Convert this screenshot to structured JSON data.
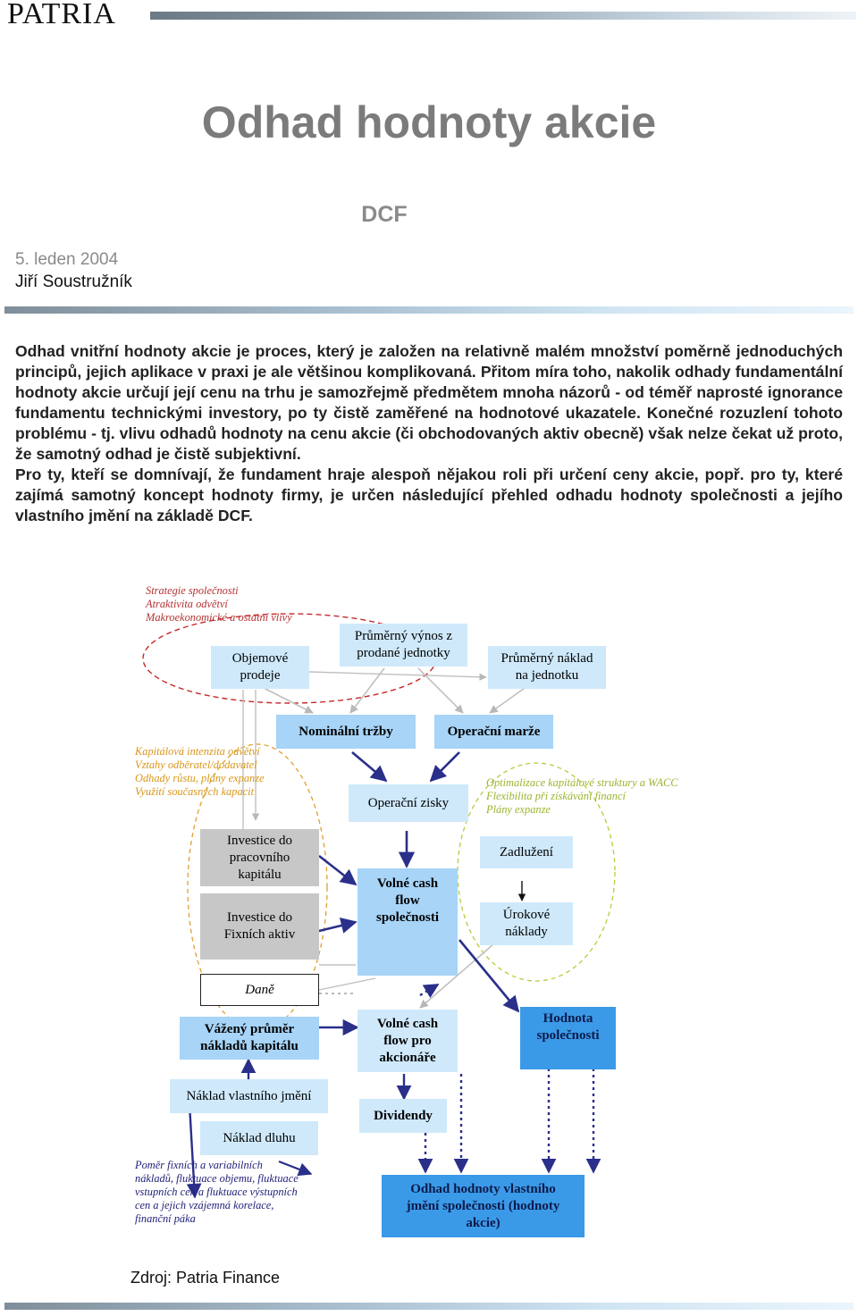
{
  "header": {
    "logo": "PATRIA"
  },
  "title": "Odhad hodnoty akcie",
  "subtitle": "DCF",
  "date": "5. leden 2004",
  "author": "Jiří Soustružník",
  "intro": {
    "p1": "Odhad vnitřní hodnoty akcie je proces, který je založen na relativně malém množství poměrně jednoduchých principů, jejich aplikace v praxi je ale většinou komplikovaná. Přitom míra toho, nakolik odhady fundamentální hodnoty akcie určují její cenu na trhu je samozřejmě předmětem mnoha názorů - od téměř naprosté ignorance fundamentu technickými investory, po ty čistě zaměřené na hodnotové ukazatele. Konečné rozuzlení tohoto problému - tj. vlivu odhadů hodnoty na cenu akcie (či obchodovaných aktiv obecně) však nelze čekat už proto, že samotný odhad je čistě subjektivní.",
    "p2": "Pro ty, kteří se domnívají, že fundament hraje alespoň nějakou roli při určení ceny akcie, popř. pro ty, které zajímá samotný koncept hodnoty firmy, je určen následující přehled odhadu hodnoty společnosti a jejího vlastního jmění na základě DCF."
  },
  "diagram": {
    "notes": {
      "market": [
        "Strategie společnosti",
        "Atraktivita odvětví",
        "Makroekonomické a ostatní vlivy"
      ],
      "capital": [
        "Kapitálová intenzita odvětví",
        "Vztahy odběratel/dodavatel",
        "Odhady růstu, plány expanze",
        "Využití současných kapacit"
      ],
      "financing": [
        "Optimalizace kapitálové struktury a WACC",
        "Flexibilita při získávání financí",
        "Plány expanze"
      ],
      "risk": [
        "Poměr fixních a variabilních",
        "nákladů, fluktuace objemu, fluktuace",
        "vstupních cen a fluktuace výstupních",
        "cen a jejich vzájemná korelace,",
        "finanční páka"
      ]
    },
    "boxes": {
      "volume": [
        "Objemové",
        "prodeje"
      ],
      "avg_revenue": [
        "Průměrný výnos z",
        "prodané jednotky"
      ],
      "avg_cost": [
        "Průměrný náklad",
        "na jednotku"
      ],
      "nominal_sales": "Nominální tržby",
      "operating_margin": "Operační marže",
      "operating_profit": "Operační zisky",
      "working_capital": [
        "Investice do",
        "pracovního",
        "kapitálu"
      ],
      "fixed_assets": [
        "Investice do",
        "Fixních aktiv"
      ],
      "fcf": [
        "Volné cash",
        "flow",
        "společnosti"
      ],
      "debt": "Zadlužení",
      "interest": [
        "Úrokové",
        "náklady"
      ],
      "taxes": "Daně",
      "wacc": [
        "Vážený průměr",
        "nákladů kapitálu"
      ],
      "fcfe": [
        "Volné cash",
        "flow pro",
        "akcionáře"
      ],
      "firm_value": [
        "Hodnota",
        "společnosti"
      ],
      "cost_equity": "Náklad vlastního jmění",
      "cost_debt": "Náklad dluhu",
      "dividends": "Dividendy",
      "equity_value": [
        "Odhad hodnoty vlastního",
        "jmění společnosti (hodnoty",
        "akcie)"
      ]
    }
  },
  "source": "Zdroj: Patria Finance"
}
